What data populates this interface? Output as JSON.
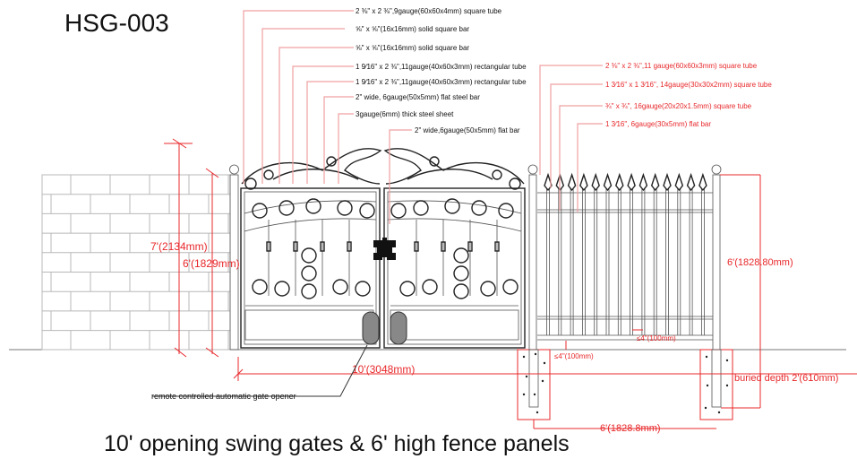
{
  "title": "HSG-003",
  "caption": "10' opening swing gates & 6' high fence panels",
  "colors": {
    "annotation": "#e8282b",
    "leader": "#f0a0a2",
    "ink": "#222222"
  },
  "gate_callouts": [
    "2 ⅜\" x 2 ⅜\",9gauge(60x60x4mm) square tube",
    "⅝\" x ⅝\"(16x16mm) solid square bar",
    "⅝\" x ⅝\"(16x16mm) solid square bar",
    "1 9⁄16\" x 2 ⅜\",11gauge(40x60x3mm) rectangular tube",
    "1 9⁄16\" x 2 ⅜\",11gauge(40x60x3mm) rectangular tube",
    "2\" wide, 6gauge(50x5mm) flat steel bar",
    "3gauge(6mm) thick steel sheet",
    "2\" wide,6gauge(50x5mm) flat bar"
  ],
  "fence_callouts": [
    "2 ⅜\" x 2 ⅜\",11 gauge(60x60x3mm) square tube",
    "1 3⁄16\" x 1 3⁄16\", 14gauge(30x30x2mm) square tube",
    "¾\" x ¾\", 16gauge(20x20x1.5mm) square tube",
    "1 3⁄16\", 6gauge(30x5mm) flat bar"
  ],
  "dimensions": {
    "post_height": "7'(2134mm)",
    "gate_height": "6'(1829mm)",
    "opening_width": "10'(3048mm)",
    "fence_height": "6'(1828.80mm)",
    "fence_width": "6'(1828.8mm)",
    "bottom_gap": "≤4\"(100mm)",
    "picket_gap": "≤4\"(100mm)",
    "buried_depth": "buried depth 2'(610mm)"
  },
  "opener_label": "remote controlled automatic gate opener"
}
